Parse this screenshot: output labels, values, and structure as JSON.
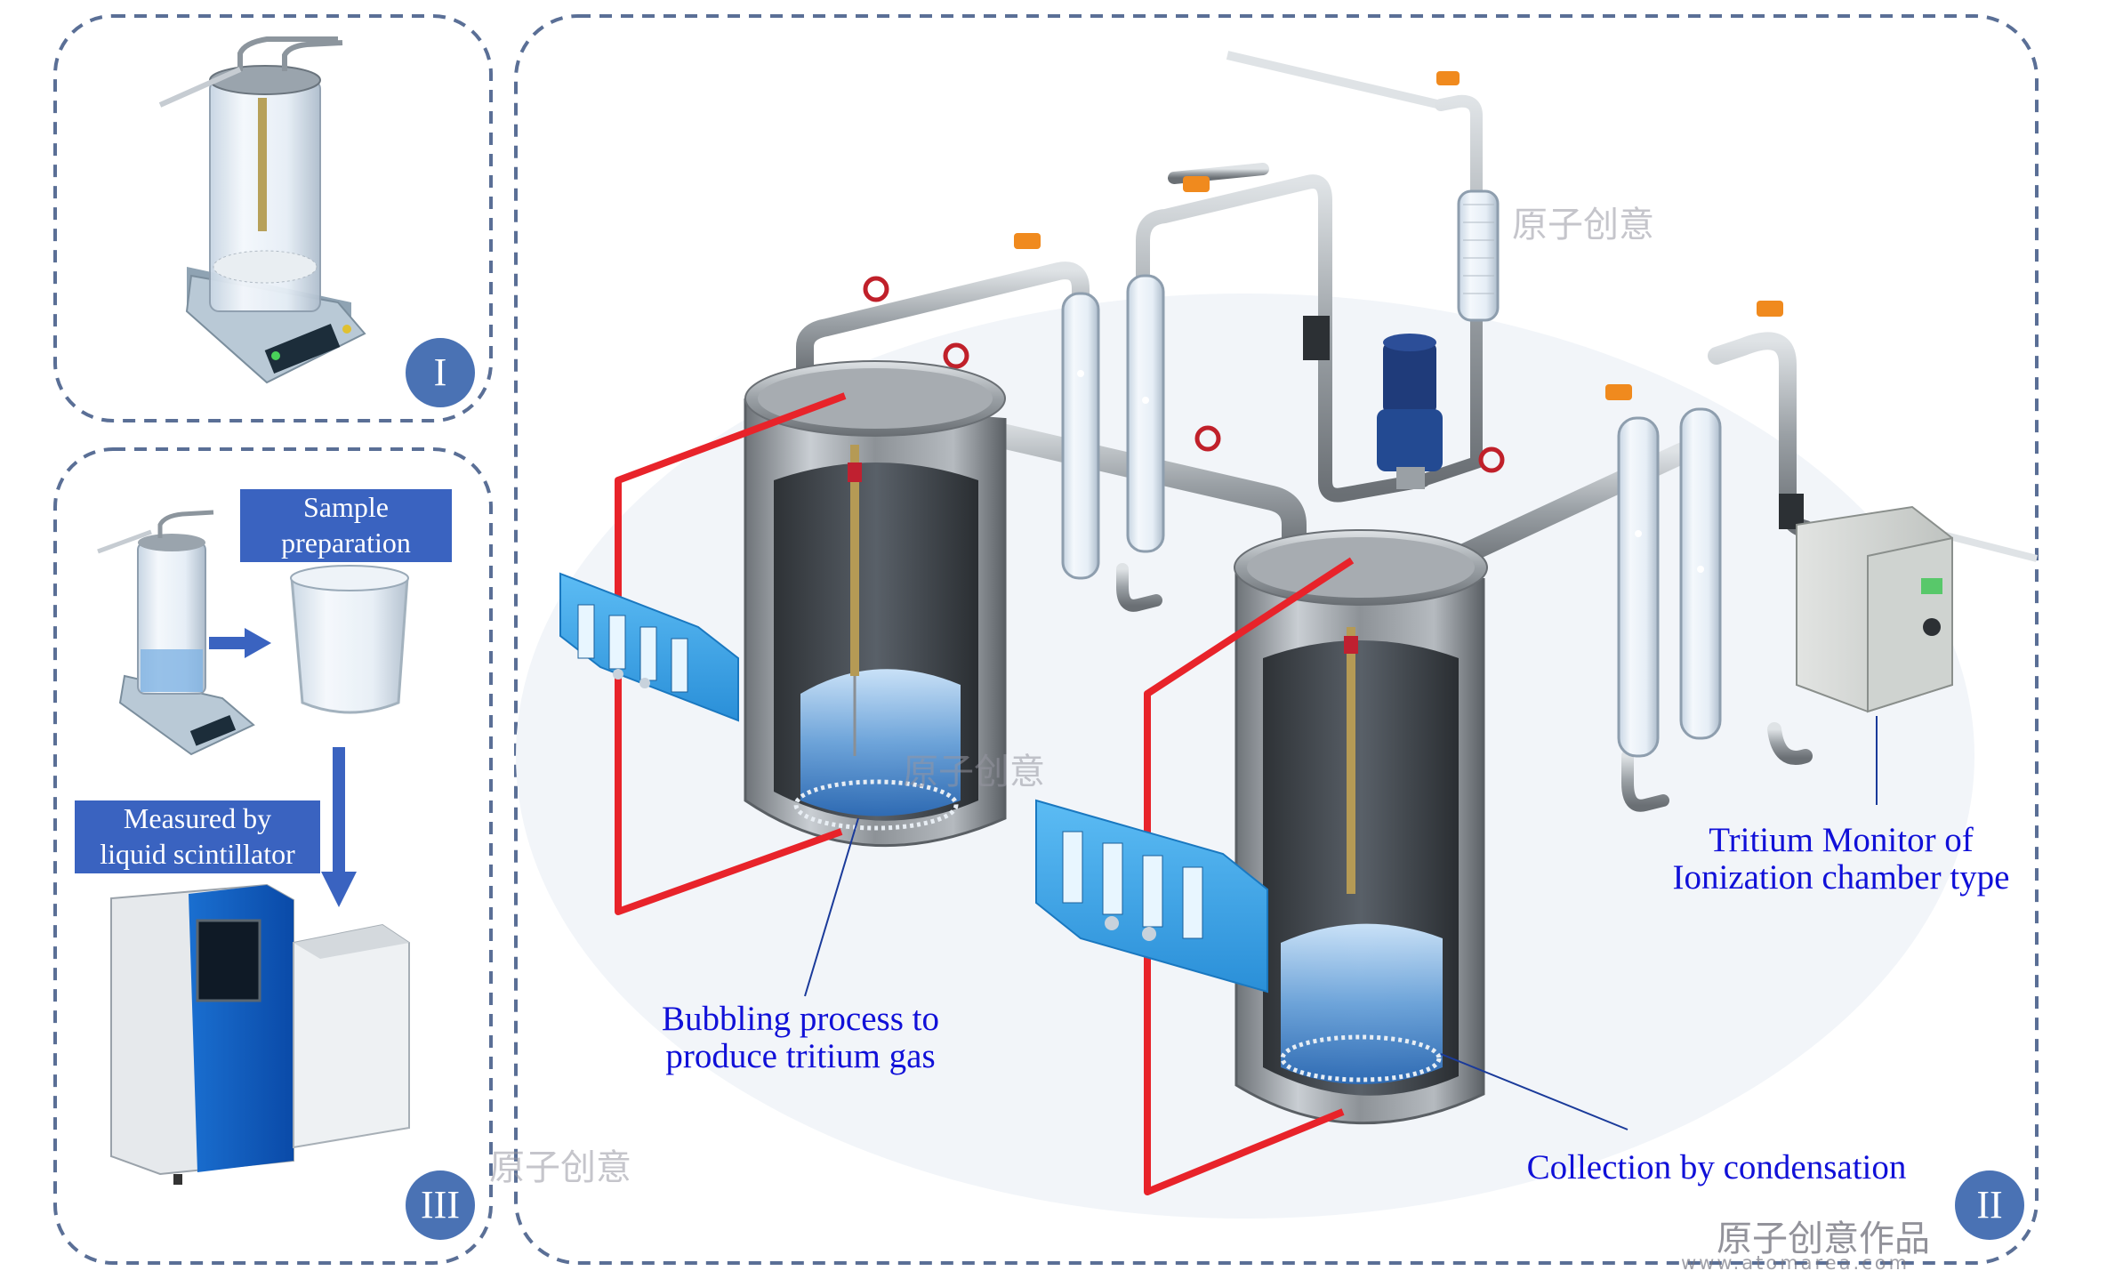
{
  "labels": {
    "sample_preparation": [
      "Sample",
      "preparation"
    ],
    "measured_by": [
      "Measured by",
      "liquid scintillator"
    ],
    "bubbling": [
      "Bubbling process to",
      "produce tritium gas"
    ],
    "collection": "Collection by condensation",
    "tritium_monitor": [
      "Tritium Monitor of",
      "Ionization chamber type"
    ]
  },
  "panels": {
    "p1": "I",
    "p2": "II",
    "p3": "III"
  },
  "watermarks": {
    "brand": "原子创意",
    "brand_works": "原子创意作品",
    "url": "www.atomarea.com"
  },
  "colors": {
    "dash_border": "#5a6f96",
    "label_text": "#1010d8",
    "badge": "#4a72b4",
    "label_box": "#3a63c0",
    "heater_wire": "#e8232a",
    "heater_panel": "#3aa6e8"
  }
}
